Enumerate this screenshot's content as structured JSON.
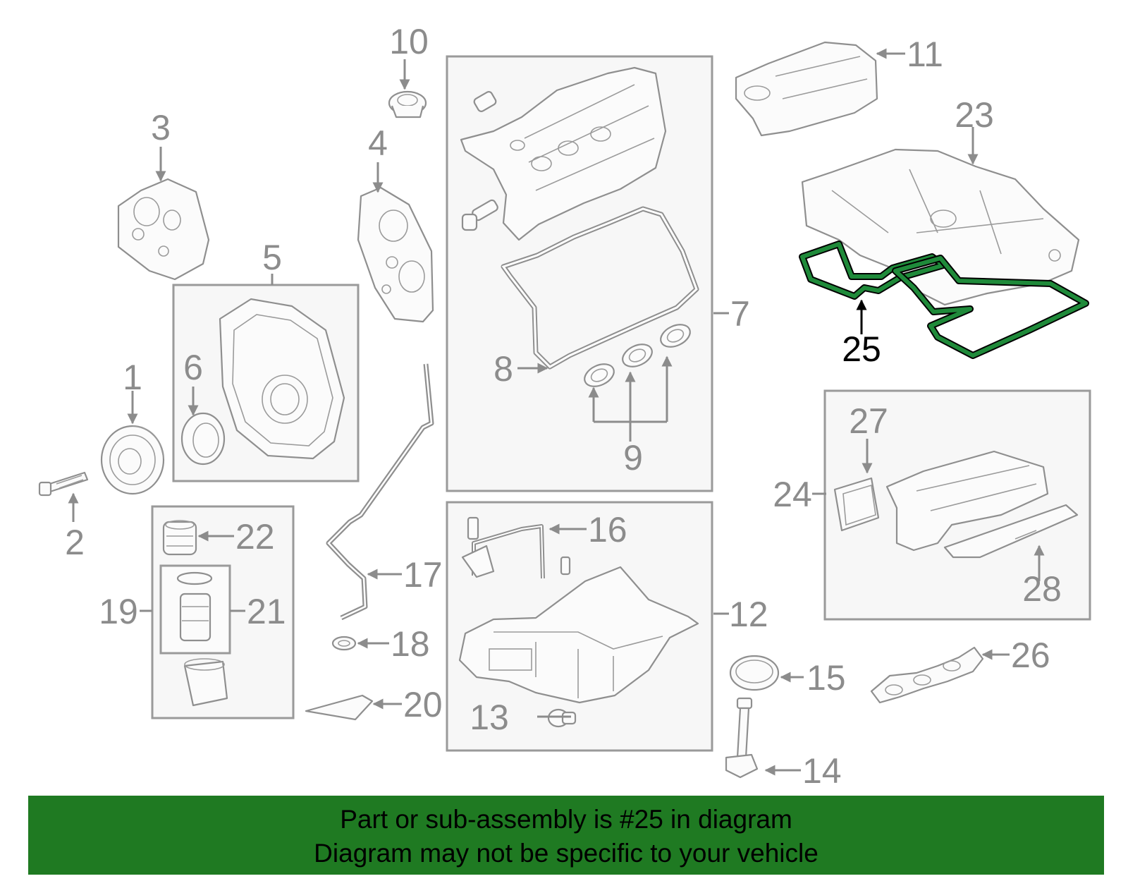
{
  "banner": {
    "line1": "Part or sub-assembly is #25 in diagram",
    "line2": "Diagram may not be specific to your vehicle",
    "color": "#1f7a22"
  },
  "highlight": {
    "callout": "25",
    "color": "#1f8a3a"
  },
  "callouts": {
    "c1": "1",
    "c2": "2",
    "c3": "3",
    "c4": "4",
    "c5": "5",
    "c6": "6",
    "c7": "7",
    "c8": "8",
    "c9": "9",
    "c10": "10",
    "c11": "11",
    "c12": "12",
    "c13": "13",
    "c14": "14",
    "c15": "15",
    "c16": "16",
    "c17": "17",
    "c18": "18",
    "c19": "19",
    "c20": "20",
    "c21": "21",
    "c22": "22",
    "c23": "23",
    "c24": "24",
    "c25": "25",
    "c26": "26",
    "c27": "27",
    "c28": "28"
  }
}
